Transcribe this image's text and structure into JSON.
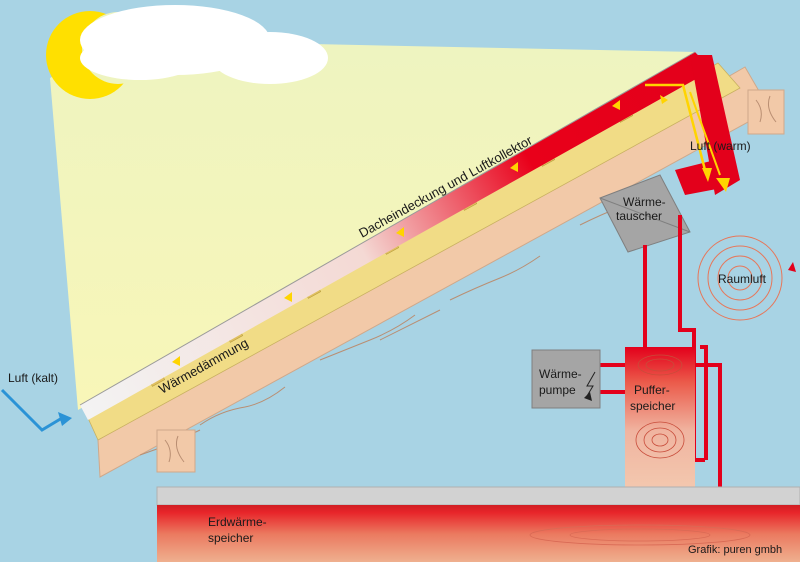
{
  "labels": {
    "air_cold": "Luft (kalt)",
    "air_warm": "Luft (warm)",
    "roof_collector": "Dacheindeckung und Luftkollektor",
    "insulation": "Wärmedämmung",
    "heat_exchanger_line1": "Wärme-",
    "heat_exchanger_line2": "tauscher",
    "room_air": "Raumluft",
    "heat_pump_line1": "Wärme-",
    "heat_pump_line2": "pumpe",
    "buffer_line1": "Puffer-",
    "buffer_line2": "speicher",
    "ground_line1": "Erdwärme-",
    "ground_line2": "speicher",
    "credit": "Grafik: puren gmbh"
  },
  "colors": {
    "background": "#a8d3e4",
    "sunlight": "#f3f6c8",
    "sun": "#ffe000",
    "cloud": "#ffffff",
    "wood": "#f2c9a8",
    "insulation": "#f1dc86",
    "duct_warm": "#e3001b",
    "duct_cold": "#2b93d6",
    "unit_gray": "#a5a5a5",
    "ground_red": "#e0202a",
    "ground_gray": "#d2d2d2"
  }
}
